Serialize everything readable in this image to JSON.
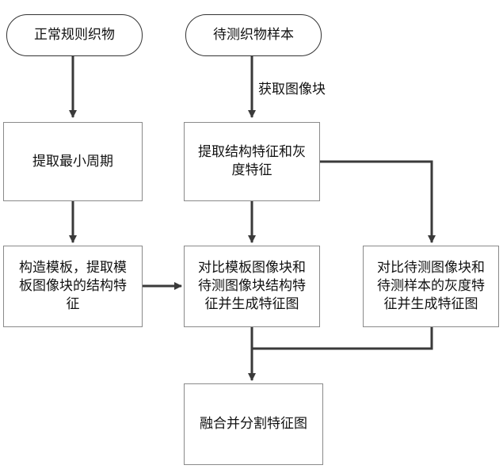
{
  "nodes": {
    "normal_fabric": "正常规则织物",
    "sample_fabric": "待测织物样本",
    "extract_min_period": "提取最小周期",
    "extract_struct_gray": "提取结构特征和灰\n度特征",
    "build_template": "构造模板，提取模\n板图像块的结构特\n征",
    "compare_struct": "对比模板图像块和\n待测图像块结构特\n征并生成特征图",
    "compare_gray": "对比待测图像块和\n待测样本的灰度特\n征并生成特征图",
    "fuse_segment": "融合并分割特征图"
  },
  "edges": {
    "get_patches_label": "获取图像块"
  }
}
